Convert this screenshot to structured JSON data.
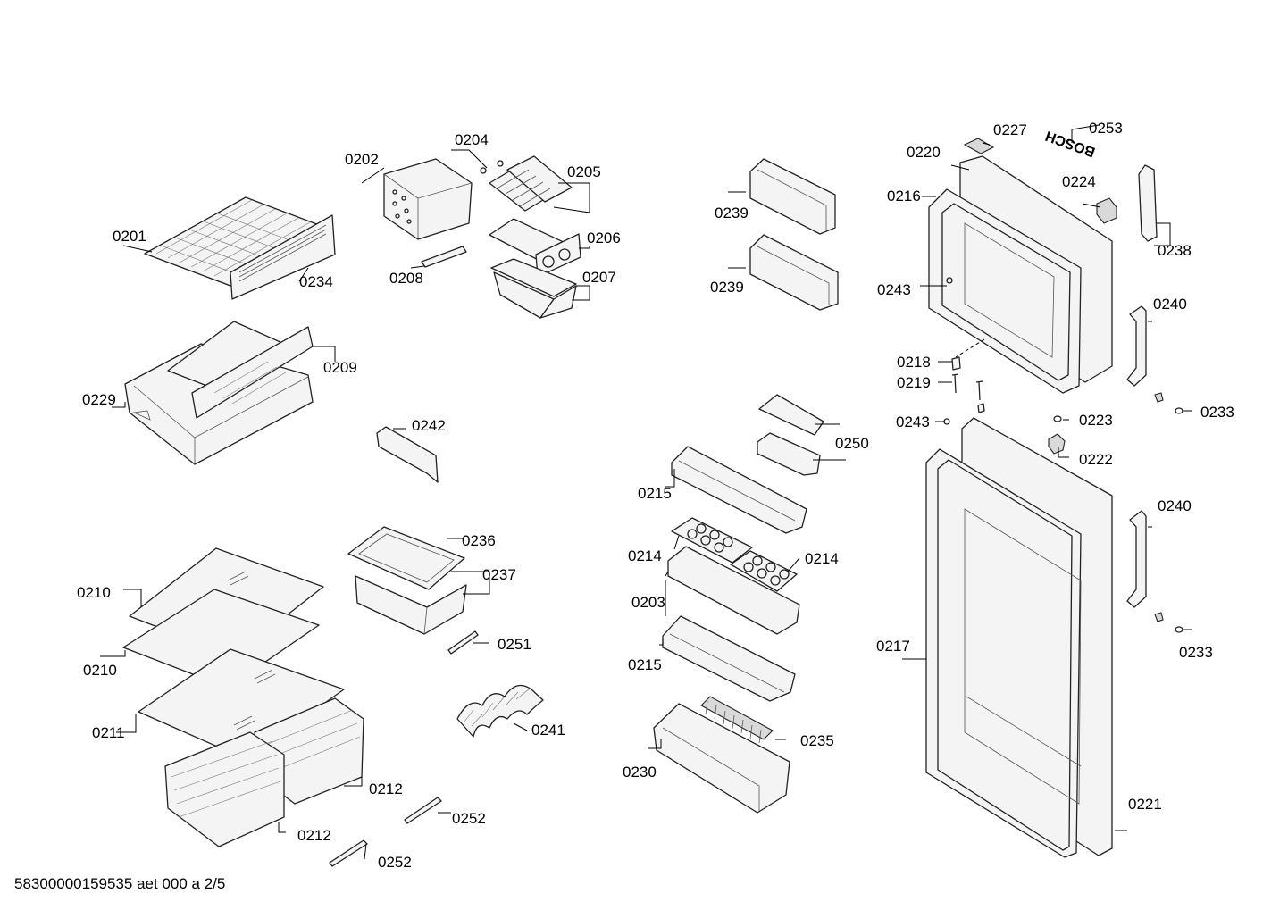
{
  "diagram": {
    "brand_logo_text": "BOSCH",
    "part_labels": [
      "0201",
      "0202",
      "0203",
      "0204",
      "0205",
      "0206",
      "0207",
      "0208",
      "0209",
      "0210",
      "0211",
      "0212",
      "0214",
      "0215",
      "0216",
      "0217",
      "0218",
      "0219",
      "0220",
      "0221",
      "0222",
      "0223",
      "0224",
      "0227",
      "0229",
      "0230",
      "0233",
      "0234",
      "0235",
      "0236",
      "0237",
      "0238",
      "0239",
      "0240",
      "0241",
      "0242",
      "0243",
      "0250",
      "0251",
      "0252",
      "0253"
    ]
  },
  "footer": {
    "document_id": "58300000159535 aet 000 a 2/5"
  }
}
